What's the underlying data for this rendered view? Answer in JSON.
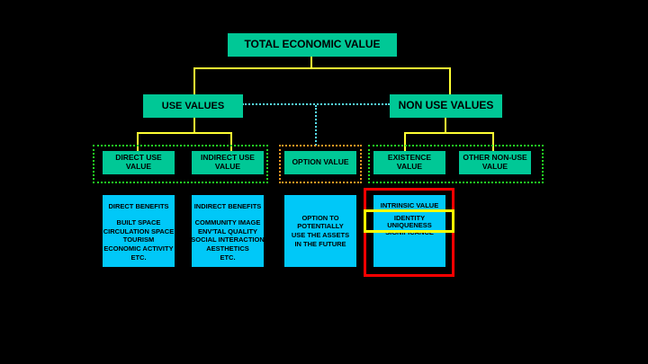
{
  "top": {
    "title": "TOTAL ECONOMIC VALUE"
  },
  "level1": {
    "use": "USE VALUES",
    "non_use": "NON USE VALUES"
  },
  "level2": {
    "direct_use": [
      "DIRECT USE",
      "VALUE"
    ],
    "indirect_use": [
      "INDIRECT USE",
      "VALUE"
    ],
    "option": "OPTION VALUE",
    "existence": [
      "EXISTENCE",
      "VALUE"
    ],
    "other_non_use": [
      "OTHER NON-USE",
      "VALUE"
    ]
  },
  "details": {
    "direct": [
      "DIRECT BENEFITS",
      "BUILT SPACE",
      "CIRCULATION SPACE",
      "TOURISM",
      "ECONOMIC ACTIVITY",
      "ETC."
    ],
    "indirect": [
      "INDIRECT BENEFITS",
      "COMMUNITY IMAGE",
      "ENV'TAL QUALITY",
      "SOCIAL INTERACTION",
      "AESTHETICS",
      "ETC."
    ],
    "option": [
      "OPTION TO",
      "POTENTIALLY",
      "USE THE ASSETS",
      "IN THE FUTURE"
    ],
    "intrinsic": [
      "INTRINSIC VALUE",
      "IDENTITY",
      "UNIQUENESS",
      "SIGNIFICANCE"
    ]
  },
  "colors": {
    "box": "#00c896",
    "detail": "#00c8f8",
    "connector": "#ffff33",
    "highlight_red": "#ff0000",
    "highlight_yellow": "#ffff00"
  }
}
